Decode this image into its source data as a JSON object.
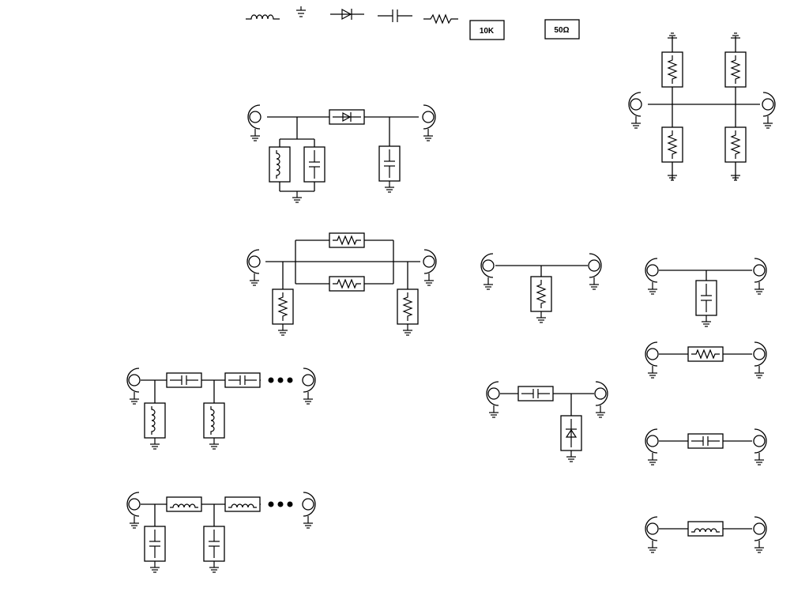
{
  "palette": {
    "value_labels": [
      "10K",
      "50Ω"
    ],
    "symbol_names": [
      "inductor-icon",
      "ground-icon",
      "diode-icon",
      "capacitor-icon",
      "resistor-icon",
      "connector-icon"
    ]
  },
  "circuits": [
    {
      "id": "diode-lc-filter",
      "components": [
        "diode",
        "inductor",
        "capacitor",
        "capacitor"
      ]
    },
    {
      "id": "attenuator-top-right",
      "components": [
        "resistor",
        "resistor",
        "resistor",
        "resistor"
      ]
    },
    {
      "id": "parallel-resistor-network",
      "components": [
        "resistor",
        "resistor",
        "resistor",
        "resistor"
      ]
    },
    {
      "id": "shunt-resistor",
      "components": [
        "resistor"
      ]
    },
    {
      "id": "shunt-capacitor",
      "components": [
        "capacitor"
      ]
    },
    {
      "id": "series-resistor",
      "components": [
        "resistor"
      ]
    },
    {
      "id": "series-capacitor",
      "components": [
        "capacitor"
      ]
    },
    {
      "id": "series-inductor",
      "components": [
        "inductor"
      ]
    },
    {
      "id": "cap-diode-network",
      "components": [
        "capacitor",
        "diode"
      ]
    },
    {
      "id": "highpass-ladder",
      "components": [
        "capacitor",
        "capacitor",
        "inductor",
        "inductor"
      ],
      "continues": true
    },
    {
      "id": "lowpass-ladder",
      "components": [
        "inductor",
        "inductor",
        "capacitor",
        "capacitor"
      ],
      "continues": true
    }
  ]
}
